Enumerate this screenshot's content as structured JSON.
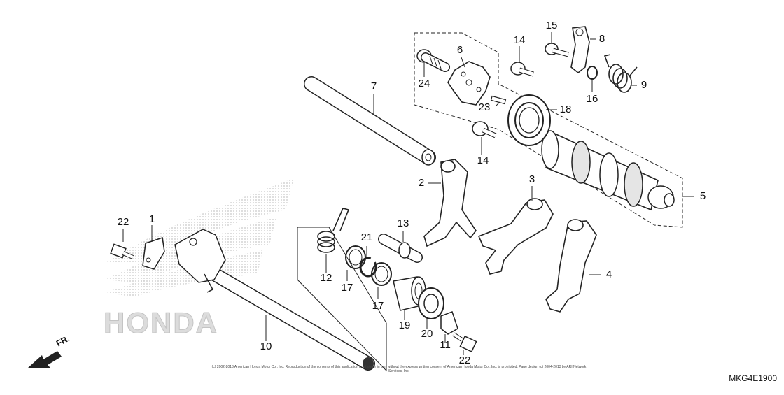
{
  "diagram": {
    "brand_text": "HONDA",
    "direction_label": "FR.",
    "diagram_code": "MKG4E1900",
    "copyright": "(c) 2002-2013 American Honda Motor Co., Inc. Reproduction of the contents of this application in whole or in part without the express written consent of American Honda Motor Co., Inc. is prohibited. Page design (c) 2004-2013 by ARI Network Services, Inc.",
    "part_callouts": [
      "1",
      "2",
      "3",
      "4",
      "5",
      "6",
      "7",
      "8",
      "9",
      "10",
      "11",
      "12",
      "13",
      "14",
      "14",
      "15",
      "16",
      "17",
      "17",
      "18",
      "19",
      "20",
      "21",
      "22",
      "22",
      "23",
      "24"
    ]
  }
}
